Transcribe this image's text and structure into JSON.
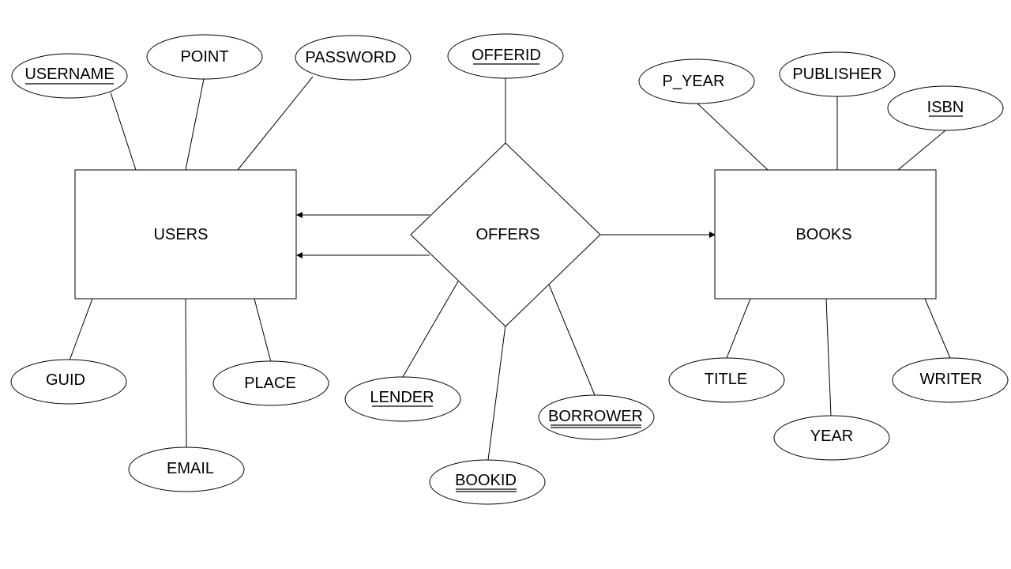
{
  "entities": {
    "users": "USERS",
    "books": "BOOKS"
  },
  "relationship": {
    "offers": "OFFERS"
  },
  "attributes": {
    "username": "USERNAME",
    "point": "POINT",
    "password": "PASSWORD",
    "guid": "GUID",
    "place": "PLACE",
    "email": "EMAIL",
    "offerid": "OFFERID",
    "lender": "LENDER",
    "bookid": "BOOKID",
    "borrower": "BORROWER",
    "p_year": "P_YEAR",
    "publisher": "PUBLISHER",
    "isbn": "ISBN",
    "title": "TITLE",
    "year": "YEAR",
    "writer": "WRITER"
  },
  "key_attributes": [
    "USERNAME",
    "OFFERID",
    "LENDER",
    "BOOKID",
    "BORROWER",
    "ISBN"
  ],
  "double_underlined_attributes": [
    "BOOKID",
    "BORROWER"
  ],
  "edges": [
    {
      "from": "USERS",
      "to": "USERNAME"
    },
    {
      "from": "USERS",
      "to": "POINT"
    },
    {
      "from": "USERS",
      "to": "PASSWORD"
    },
    {
      "from": "USERS",
      "to": "GUID"
    },
    {
      "from": "USERS",
      "to": "EMAIL"
    },
    {
      "from": "USERS",
      "to": "PLACE"
    },
    {
      "from": "OFFERS",
      "to": "OFFERID"
    },
    {
      "from": "OFFERS",
      "to": "LENDER"
    },
    {
      "from": "OFFERS",
      "to": "BOOKID"
    },
    {
      "from": "OFFERS",
      "to": "BORROWER"
    },
    {
      "from": "OFFERS",
      "to": "USERS",
      "arrow": true
    },
    {
      "from": "OFFERS",
      "to": "USERS",
      "arrow": true
    },
    {
      "from": "OFFERS",
      "to": "BOOKS",
      "arrow": true
    },
    {
      "from": "BOOKS",
      "to": "P_YEAR"
    },
    {
      "from": "BOOKS",
      "to": "PUBLISHER"
    },
    {
      "from": "BOOKS",
      "to": "ISBN"
    },
    {
      "from": "BOOKS",
      "to": "TITLE"
    },
    {
      "from": "BOOKS",
      "to": "YEAR"
    },
    {
      "from": "BOOKS",
      "to": "WRITER"
    }
  ],
  "colors": {
    "stroke": "#000000",
    "background": "#ffffff"
  }
}
